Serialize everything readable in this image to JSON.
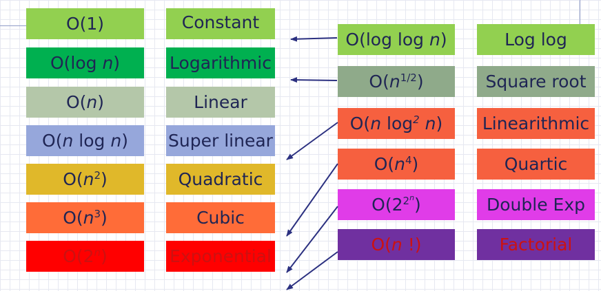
{
  "colors": {
    "constant": "#92d050",
    "logarithmic": "#00b050",
    "linear": "#b4c7a9",
    "super_linear": "#96a7db",
    "quadratic": "#e0b82a",
    "cubic": "#ff6c38",
    "exponential": "#ff0000",
    "log_log": "#92d050",
    "square_root": "#8faa8a",
    "linearithmic": "#f6603f",
    "quartic": "#f6603f",
    "double_exp": "#e03ce8",
    "factorial": "#7030a0",
    "arrow": "#2b3080"
  },
  "left_column": [
    {
      "notation": {
        "pre": "O(1)"
      },
      "name": "Constant"
    },
    {
      "notation": {
        "pre": "O(log ",
        "var": "n",
        "post": ")"
      },
      "name": "Logarithmic"
    },
    {
      "notation": {
        "pre": "O(",
        "var": "n",
        "post": ")"
      },
      "name": "Linear"
    },
    {
      "notation": {
        "pre": "O(",
        "var": "n",
        "mid": " log ",
        "var2": "n",
        "post": ")"
      },
      "name": "Super linear"
    },
    {
      "notation": {
        "pre": "O(",
        "var": "n",
        "sup": "2",
        "post": ")"
      },
      "name": "Quadratic"
    },
    {
      "notation": {
        "pre": "O(",
        "var": "n",
        "sup": "3",
        "post": ")"
      },
      "name": "Cubic"
    },
    {
      "notation": {
        "pre": "O(2",
        "sup": "n",
        "post": ")"
      },
      "name": "Exponential"
    }
  ],
  "right_column": [
    {
      "notation": {
        "pre": "O(log log ",
        "var": "n",
        "post": ")"
      },
      "name": "Log log"
    },
    {
      "notation": {
        "pre": "O(",
        "var": "n",
        "sup": "1/2",
        "post": ")"
      },
      "name": "Square root"
    },
    {
      "notation": {
        "pre": "O(",
        "var": "n",
        "mid": " log",
        "sup": "2",
        "space": " ",
        "var2": "n",
        "post": ")"
      },
      "name": "Linearithmic"
    },
    {
      "notation": {
        "pre": "O(",
        "var": "n",
        "sup": "4",
        "post": ")"
      },
      "name": "Quartic"
    },
    {
      "notation": {
        "pre": "O(2",
        "sup": "2",
        "supsup": "n",
        "post": ")"
      },
      "name": "Double Exp"
    },
    {
      "notation": {
        "pre": "O(",
        "var": "n",
        "post": " !)"
      },
      "name": "Factorial"
    }
  ]
}
